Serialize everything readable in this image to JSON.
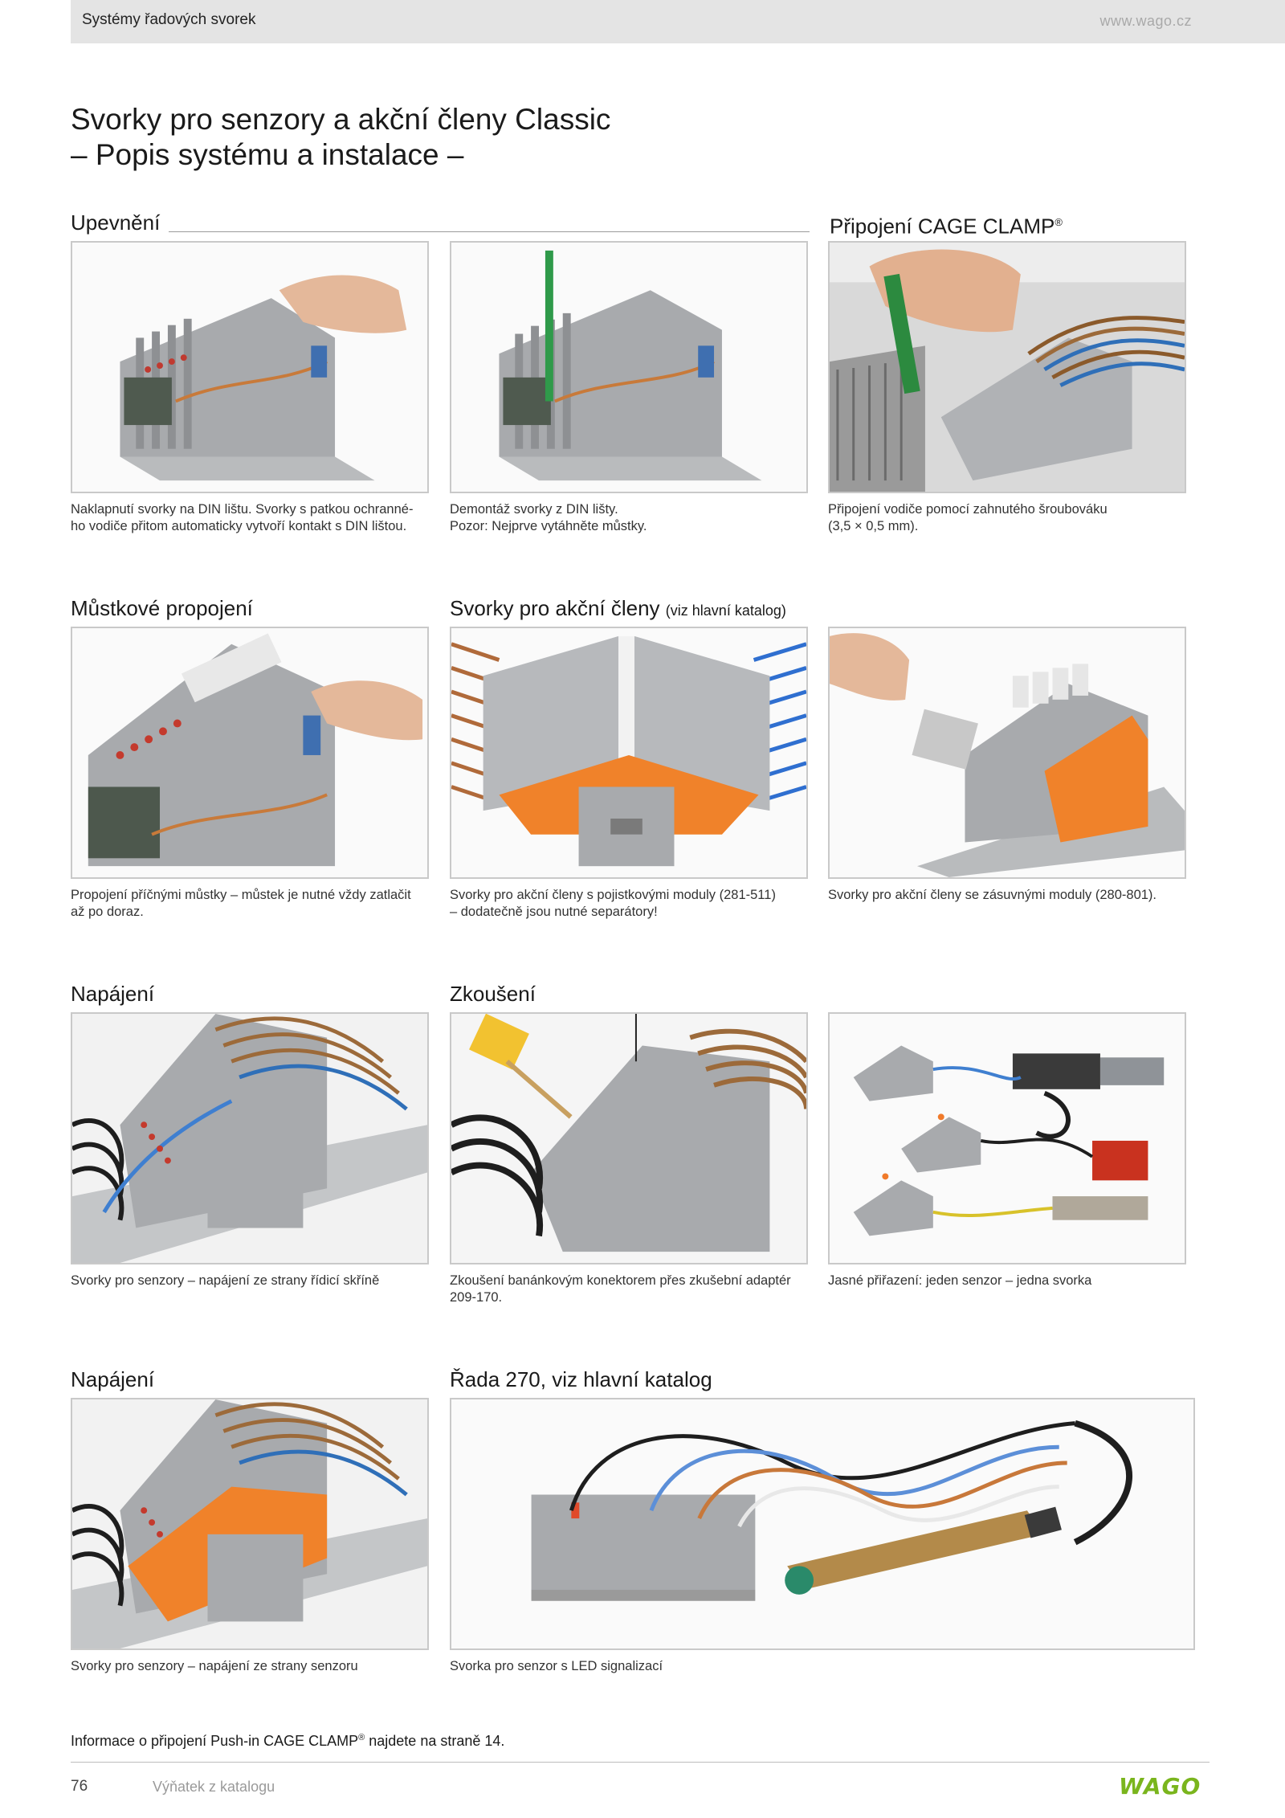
{
  "header": {
    "section": "Systémy řadových svorek",
    "website": "www.wago.cz"
  },
  "title": {
    "line1": "Svorky pro senzory a akční členy Classic",
    "line2": "– Popis systému a instalace –"
  },
  "sections": {
    "upevneni": "Upevnění",
    "pripojeni": "Připojení CAGE CLAMP",
    "pripojeni_mark": "®",
    "mustkove": "Můstkové propojení",
    "akcni": "Svorky pro akční členy",
    "akcni_note": "(viz hlavní katalog)",
    "napajeni_1": "Napájení",
    "zkouseni": "Zkoušení",
    "napajeni_2": "Napájení",
    "rada270": "Řada 270, viz hlavní katalog"
  },
  "captions": {
    "c1": {
      "l1": "Naklapnutí svorky na DIN lištu. Svorky s patkou ochranné-",
      "l2": "ho vodiče přitom automaticky vytvoří kontakt s DIN lištou."
    },
    "c2": {
      "l1": "Demontáž svorky z DIN lišty.",
      "l2": "Pozor: Nejprve vytáhněte můstky."
    },
    "c3": {
      "l1": "Připojení vodiče pomocí zahnutého šroubováku",
      "l2": "(3,5 × 0,5 mm)."
    },
    "c4": {
      "l1": "Propojení příčnými můstky – můstek je nutné vždy zatlačit",
      "l2": "až po doraz."
    },
    "c5": {
      "l1": "Svorky pro akční členy s pojistkovými moduly (281-511)",
      "l2": "– dodatečně jsou nutné separátory!"
    },
    "c6": {
      "l1": "Svorky pro akční členy se zásuvnými moduly (280-801)."
    },
    "c7": {
      "l1": "Svorky pro senzory – napájení ze strany řídicí skříně"
    },
    "c8": {
      "l1": "Zkoušení banánkovým konektorem přes zkušební adaptér",
      "l2": "209-170."
    },
    "c9": {
      "l1": "Jasné přiřazení: jeden senzor – jedna svorka"
    },
    "c10": {
      "l1": "Svorky pro senzory – napájení ze strany senzoru"
    },
    "c11": {
      "l1": "Svorka pro senzor s LED signalizací"
    }
  },
  "footnote": {
    "text": "Informace o připojení Push-in CAGE CLAMP",
    "mark": "®",
    "rest": " najdete na straně 14."
  },
  "footer": {
    "page": "76",
    "label": "Výňatek z katalogu",
    "logo": "WAGO"
  },
  "colors": {
    "header_bg": "#e4e4e4",
    "logo_green": "#7ab51d",
    "orange": "#f0822a",
    "terminal_grey": "#a8aaad"
  }
}
